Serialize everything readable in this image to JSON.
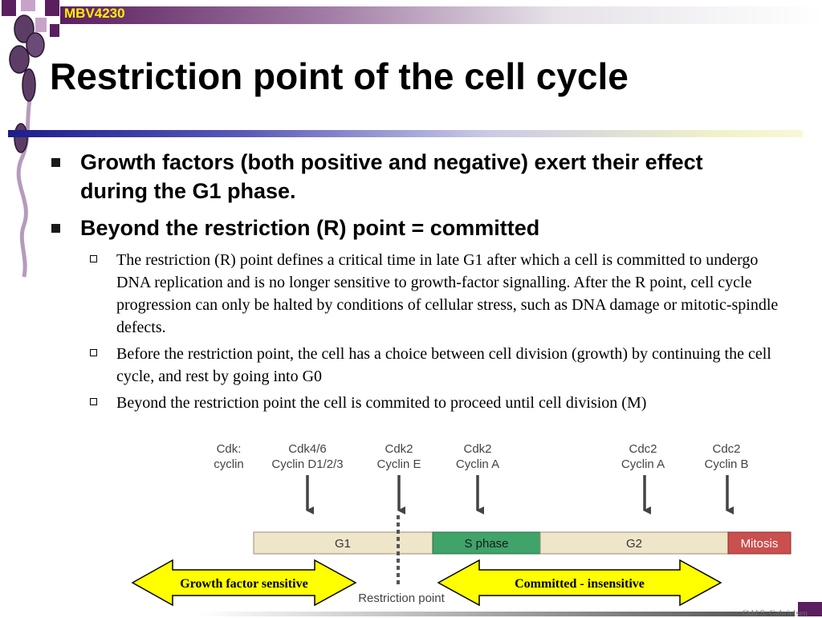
{
  "header": {
    "course_code": "MBV4230"
  },
  "slide": {
    "title": "Restriction point of the cell cycle",
    "bullets": [
      {
        "text": "Growth factors (both positive and negative) exert their effect during the G1 phase."
      },
      {
        "text": "Beyond the restriction (R) point = committed"
      }
    ],
    "sub_bullets": [
      {
        "text": "The restriction (R) point defines a critical time in late G1 after which a cell is committed to undergo DNA replication and is no longer sensitive to growth-factor signalling. After the R point, cell cycle progression can only be halted by conditions of cellular stress, such as DNA damage or mitotic-spindle defects."
      },
      {
        "text": "Before the restriction point, the cell has a choice between cell division (growth) by continuing the cell cycle, and  rest by going into G0"
      },
      {
        "text": "Beyond the restriction point the cell is commited to proceed until cell division (M)"
      }
    ]
  },
  "diagram": {
    "row_label": {
      "line1": "Cdk:",
      "line2": "cyclin"
    },
    "complexes": [
      {
        "line1": "Cdk4/6",
        "line2": "Cyclin D1/2/3"
      },
      {
        "line1": "Cdk2",
        "line2": "Cyclin E"
      },
      {
        "line1": "Cdk2",
        "line2": "Cyclin A"
      },
      {
        "line1": "Cdc2",
        "line2": "Cyclin A"
      },
      {
        "line1": "Cdc2",
        "line2": "Cyclin B"
      }
    ],
    "phases": [
      {
        "label": "G1",
        "color": "#efe5c9"
      },
      {
        "label": "S phase",
        "color": "#3fa36a"
      },
      {
        "label": "G2",
        "color": "#efe5c9"
      },
      {
        "label": "Mitosis",
        "color": "#c9504e"
      }
    ],
    "restriction_label": "Restriction point",
    "arrow_left": "Growth factor sensitive",
    "arrow_right": "Committed - insensitive",
    "arrow_color": "#ffff00"
  },
  "footer": {
    "author": "Odd S. Gabrielsen"
  },
  "theme": {
    "accent_purple": "#5b1e5e",
    "bar_blue": "#1d1d8c",
    "course_color": "#ffef00"
  }
}
